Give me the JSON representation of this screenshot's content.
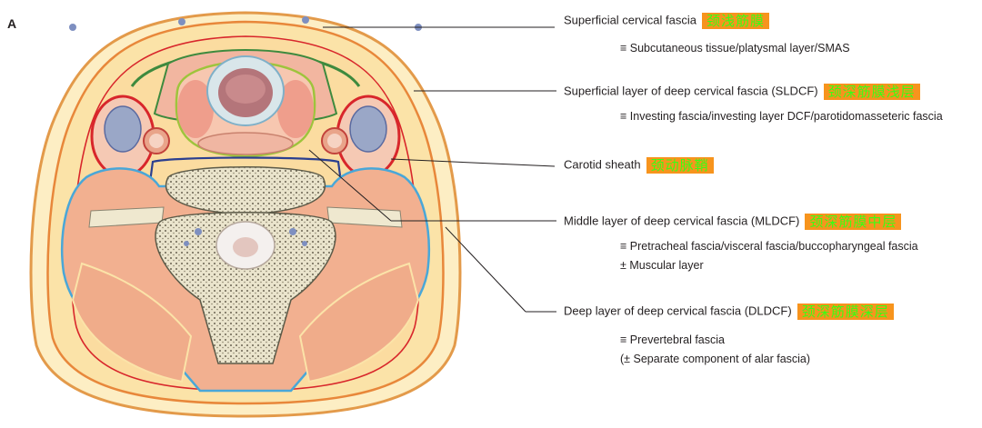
{
  "panel_letter": "A",
  "labels": [
    {
      "id": "superficial",
      "text": "Superficial cervical fascia",
      "cn": "颈浅筋膜",
      "subs": [
        "≡ Subcutaneous tissue/platysmal layer/SMAS"
      ]
    },
    {
      "id": "sldcf",
      "text": "Superficial layer of deep cervical fascia (SLDCF)",
      "cn": "颈深筋膜浅层",
      "subs": [
        "≡ Investing fascia/investing layer DCF/parotidomasseteric fascia"
      ]
    },
    {
      "id": "carotid",
      "text": "Carotid sheath",
      "cn": "颈动脉鞘",
      "subs": []
    },
    {
      "id": "mldcf",
      "text": "Middle layer of deep cervical fascia (MLDCF)",
      "cn": "颈深筋膜中层",
      "subs": [
        "≡ Pretracheal fascia/visceral fascia/buccopharyngeal fascia",
        "± Muscular layer"
      ]
    },
    {
      "id": "dldcf",
      "text": "Deep layer of deep cervical fascia (DLDCF)",
      "cn": "颈深筋膜深层",
      "subs": [
        "≡   Prevertebral fascia",
        "(± Separate component of alar fascia)"
      ]
    }
  ],
  "colors": {
    "superficial_fascia": "#e8873a",
    "sldcf": "#d8262b",
    "carotid_sheath": "#2b3f8f",
    "mldcf": "#9ec43c",
    "dldcf": "#49a7d8",
    "platysma": "#3e8a3e",
    "fat": "#fbe3a8",
    "muscle": "#f2b090",
    "label_highlight": "#f7941d",
    "label_highlight_text": "#39ff14"
  }
}
